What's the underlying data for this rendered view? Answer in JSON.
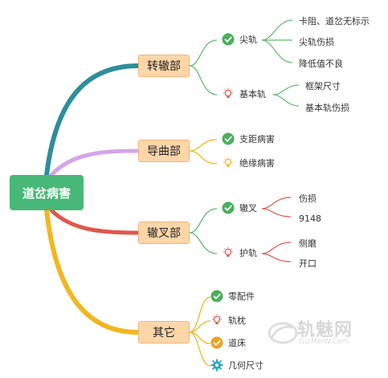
{
  "root": {
    "label": "道岔病害",
    "color": "#47b877"
  },
  "categories": [
    {
      "label": "转辙部",
      "branch_color": "#2e8e9a"
    },
    {
      "label": "导曲部",
      "branch_color": "#d6a4e6"
    },
    {
      "label": "辙叉部",
      "branch_color": "#e0574a"
    },
    {
      "label": "其它",
      "branch_color": "#f2b620"
    }
  ],
  "level2": [
    {
      "label": "尖轨",
      "icon": "check-circle-icon"
    },
    {
      "label": "基本轨",
      "icon": "lightbulb-icon"
    },
    {
      "label": "支距病害",
      "icon": "check-circle-icon"
    },
    {
      "label": "绝缘病害",
      "icon": "lightbulb-icon"
    },
    {
      "label": "辙叉",
      "icon": "check-circle-icon"
    },
    {
      "label": "护轨",
      "icon": "lightbulb-icon"
    },
    {
      "label": "零配件",
      "icon": "check-circle-icon"
    },
    {
      "label": "轨枕",
      "icon": "lightbulb-icon"
    },
    {
      "label": "道床",
      "icon": "check-circle-orange-icon"
    },
    {
      "label": "几何尺寸",
      "icon": "gear-icon"
    }
  ],
  "level3": [
    {
      "label": "卡阻、道岔无标示"
    },
    {
      "label": "尖轨伤损"
    },
    {
      "label": "降低值不良"
    },
    {
      "label": "框架尺寸"
    },
    {
      "label": "基本轨伤损"
    },
    {
      "label": "伤损"
    },
    {
      "label": "9148"
    },
    {
      "label": "侧磨"
    },
    {
      "label": "开口"
    }
  ],
  "watermark": {
    "title": "轨魅网",
    "subtitle": "GuiMeiW.Com"
  }
}
